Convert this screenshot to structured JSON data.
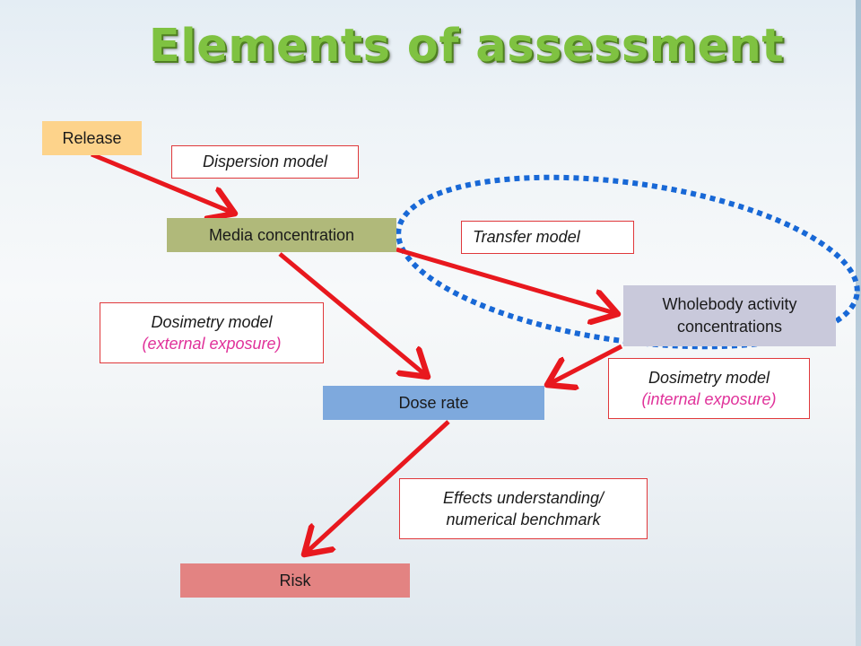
{
  "title": "Elements of assessment",
  "nodes": {
    "release": "Release",
    "media": "Media concentration",
    "wholebody_line1": "Wholebody activity",
    "wholebody_line2": "concentrations",
    "dose": "Dose rate",
    "risk": "Risk"
  },
  "labels": {
    "dispersion": "Dispersion model",
    "transfer": "Transfer model",
    "dosimetry_ext_line1": "Dosimetry model",
    "dosimetry_ext_line2": "(external exposure)",
    "dosimetry_int_line1": "Dosimetry model",
    "dosimetry_int_line2": "(internal exposure)",
    "effects_line1": "Effects understanding/",
    "effects_line2": "numerical benchmark"
  },
  "colors": {
    "title": "#7fc241",
    "release": "#fdd38b",
    "media": "#b0b97a",
    "wholebody": "#c9c9db",
    "dose": "#7ea9dd",
    "risk": "#e38382",
    "arrow": "#e8181e",
    "ellipse": "#1868d6",
    "pink_text": "#e0329a"
  }
}
